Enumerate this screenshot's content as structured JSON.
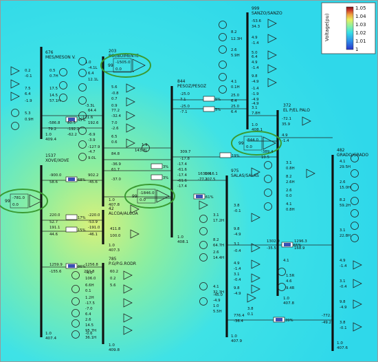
{
  "colors": {
    "bus": "#111111",
    "line": "#222222",
    "highlight": "#3a9a32",
    "box_fill": "#ffffff",
    "bar_fill": "#3a4fb5",
    "colorbar": [
      "#2a33c9",
      "#2e8ee8",
      "#37e0e6",
      "#8cf0a0",
      "#e6f060",
      "#f0a040",
      "#c63228",
      "#7a1010"
    ]
  },
  "legend": {
    "title": "Voltage(pu)",
    "ticks": [
      "1.05",
      "1.04",
      "1.03",
      "1.02",
      "1.01",
      "1"
    ]
  },
  "buses": [
    {
      "id": "b676",
      "name": "676",
      "sub": "MES/MESON V.",
      "v1": "1.0",
      "v2": "409.4"
    },
    {
      "id": "b203",
      "name": "203",
      "sub": "BOI/BOIMENTE",
      "v1": "1.0",
      "v2": "407.8"
    },
    {
      "id": "b844",
      "name": "844",
      "sub": "PESOZ/PESOZ",
      "v1": "1.0",
      "v2": "408.1"
    },
    {
      "id": "b999",
      "name": "999",
      "sub": "SANZO/SANZO",
      "v1": "1.0",
      "v2": "408.1"
    },
    {
      "id": "b372",
      "name": "372",
      "sub": "EL P/EL PALO",
      "v1": "1.0",
      "v2": "407.8"
    },
    {
      "id": "b482",
      "name": "482",
      "sub": "GRADO/GRADO",
      "v1": "1.0",
      "v2": "407.6"
    },
    {
      "id": "b1537",
      "name": "1537",
      "sub": "XOVE/XOVE",
      "v1": "1.0",
      "v2": "407.4"
    },
    {
      "id": "b42",
      "name": "42",
      "sub": "ALCOA/ALCOA",
      "v1": "1.0",
      "v2": "407.3"
    },
    {
      "id": "b785",
      "name": "785",
      "sub": "P.G/P.G.RODR",
      "v1": "1.0",
      "v2": "409.8"
    },
    {
      "id": "b975",
      "name": "975",
      "sub": "SALAS/SALAS",
      "v1": "1.0",
      "v2": "407.9"
    }
  ],
  "gens": [
    {
      "id": "g1",
      "label": "99",
      "p": "-1505.0",
      "q": "0.0"
    },
    {
      "id": "g2",
      "label": "99",
      "p": "-781.0",
      "q": "0.0"
    },
    {
      "id": "g3",
      "label": "99",
      "p": "-1846.0",
      "q": "0.0"
    },
    {
      "id": "g4",
      "label": "99",
      "p": "-844.0",
      "q": "0.0"
    }
  ],
  "pct": [
    "45%",
    "68%",
    "17%",
    "15%",
    "86%",
    "19%",
    "5%",
    "5%",
    "3%",
    "3%",
    "61%",
    "65%",
    "39%"
  ],
  "labels": {
    "m676": [
      "0.2",
      "-0.1",
      "7.5",
      "6.4",
      "-1.9",
      "5.3",
      "0.7H",
      "17.5",
      "0.5",
      "14.5",
      "57.1H",
      "0.9H",
      "-586.8",
      "79.2",
      "-192.2",
      "80.5",
      "-62.2"
    ],
    "m203": [
      "1.0",
      "-4.1L",
      "6.4",
      "12.1L",
      "5.6",
      "-0.8",
      "0.7",
      "-3.3L",
      "0.9",
      "64.4",
      "-121.6",
      "192.6",
      "77.2",
      "-32.4",
      "7.0",
      "-2.6",
      "-6.9",
      "-127.9",
      "6.5",
      "0.6",
      "-3.9",
      "-4.7",
      "9.0L",
      "84.8",
      "61.7",
      "-36.9",
      "-37.0",
      "1.9",
      "143.8L"
    ],
    "m844": [
      "-25.0",
      "7.1",
      "-25.0",
      "-7.1",
      "25.0",
      "6.4",
      "25.0",
      "6.4",
      "-17.4",
      "-61.6",
      "-17.4",
      "-61.6",
      "-17.4",
      "309.7",
      "-17.8",
      "1630.4",
      "-77.1",
      "1616.1",
      "207.5"
    ],
    "m999": [
      "-53.6",
      "34.3",
      "8.2",
      "12.3H",
      "4.9",
      "-1.4",
      "2.6",
      "5.9H",
      "4.9",
      "-1.4",
      "9.8",
      "-4.9",
      "4.1",
      "0.1H",
      "3.1",
      "7.8H",
      "5.0",
      "6.4",
      "-1.4",
      "-1.9",
      "-4.9",
      "-4.9"
    ],
    "m372": [
      "-72.1",
      "35.9",
      "4.9",
      "-1.4",
      "-389.4",
      "10.5",
      "3.1",
      "0.8H",
      "8.2",
      "2.6H",
      "2.6",
      "0.0",
      "4.1",
      "0.8H"
    ],
    "m482": [
      "4.1",
      "29.5H",
      "2.6",
      "15.0H",
      "8.2",
      "59.2H",
      "3.1",
      "22.8H",
      "4.9",
      "-1.4",
      "3.1",
      "-0.4",
      "9.8",
      "-4.9",
      "3.8",
      "-0.1",
      "-772.6",
      "-49.2"
    ],
    "m1537": [
      "-900.0",
      "58.6",
      "902.2",
      "-45.6",
      "220.0",
      "-220.0",
      "52.7",
      "-53.9",
      "191.1",
      "-191.0",
      "44.6",
      "-46.1",
      "1259.9",
      "-1256.8",
      "-155.6",
      "260.8",
      "411.8",
      "100.0"
    ],
    "m975": [
      "3.8",
      "-0.1",
      "3.1",
      "17.2H",
      "9.8",
      "-4.9",
      "8.2",
      "64.7H",
      "2.6",
      "14.4H",
      "3.1",
      "-0.4",
      "4.9",
      "-1.4",
      "4.1",
      "32.3H",
      "-45.0",
      "-4.9",
      "1.0",
      "5.5H",
      "3.1",
      "-0.4",
      "9.8",
      "-4.9",
      "3.8",
      "0.1",
      "1302.9",
      "-35.5",
      "1296.3",
      "168.9",
      "4.1",
      "1.5R",
      "4.6",
      "9.4R",
      "776.4",
      "-36.4"
    ],
    "m785": [
      "106.0",
      "6.6H",
      "0.1",
      "1.2H",
      "-17.5",
      "-7.0",
      "6.4",
      "2.6",
      "14.5",
      "95.7H",
      "-0.6",
      "36.1H",
      "-4.0",
      "60.2",
      "0.2",
      "5.6"
    ]
  }
}
